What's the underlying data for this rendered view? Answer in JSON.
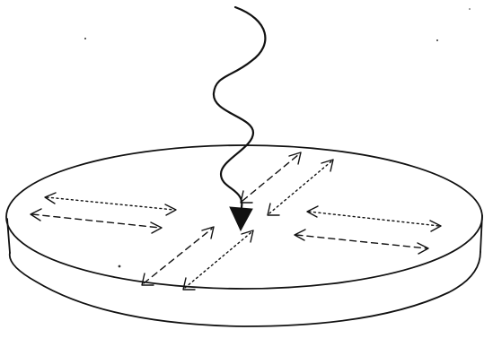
{
  "diagram": {
    "colors": {
      "ink": "#111111",
      "background": "#ffffff"
    },
    "elements": [
      "disc",
      "wavy-incident-arrow",
      "double-headed-arrows-dashed",
      "double-headed-arrows-dotted"
    ]
  }
}
